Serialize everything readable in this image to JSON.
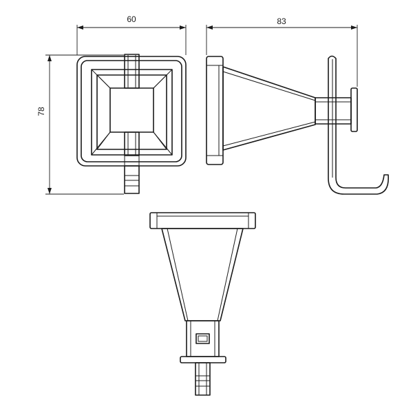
{
  "drawing": {
    "views": [
      "front-view",
      "side-view",
      "top-view"
    ],
    "dimensions": {
      "width_label": "60",
      "depth_label": "83",
      "height_label": "78"
    },
    "colors": {
      "line": "#1a1a1a",
      "background": "#ffffff"
    }
  }
}
